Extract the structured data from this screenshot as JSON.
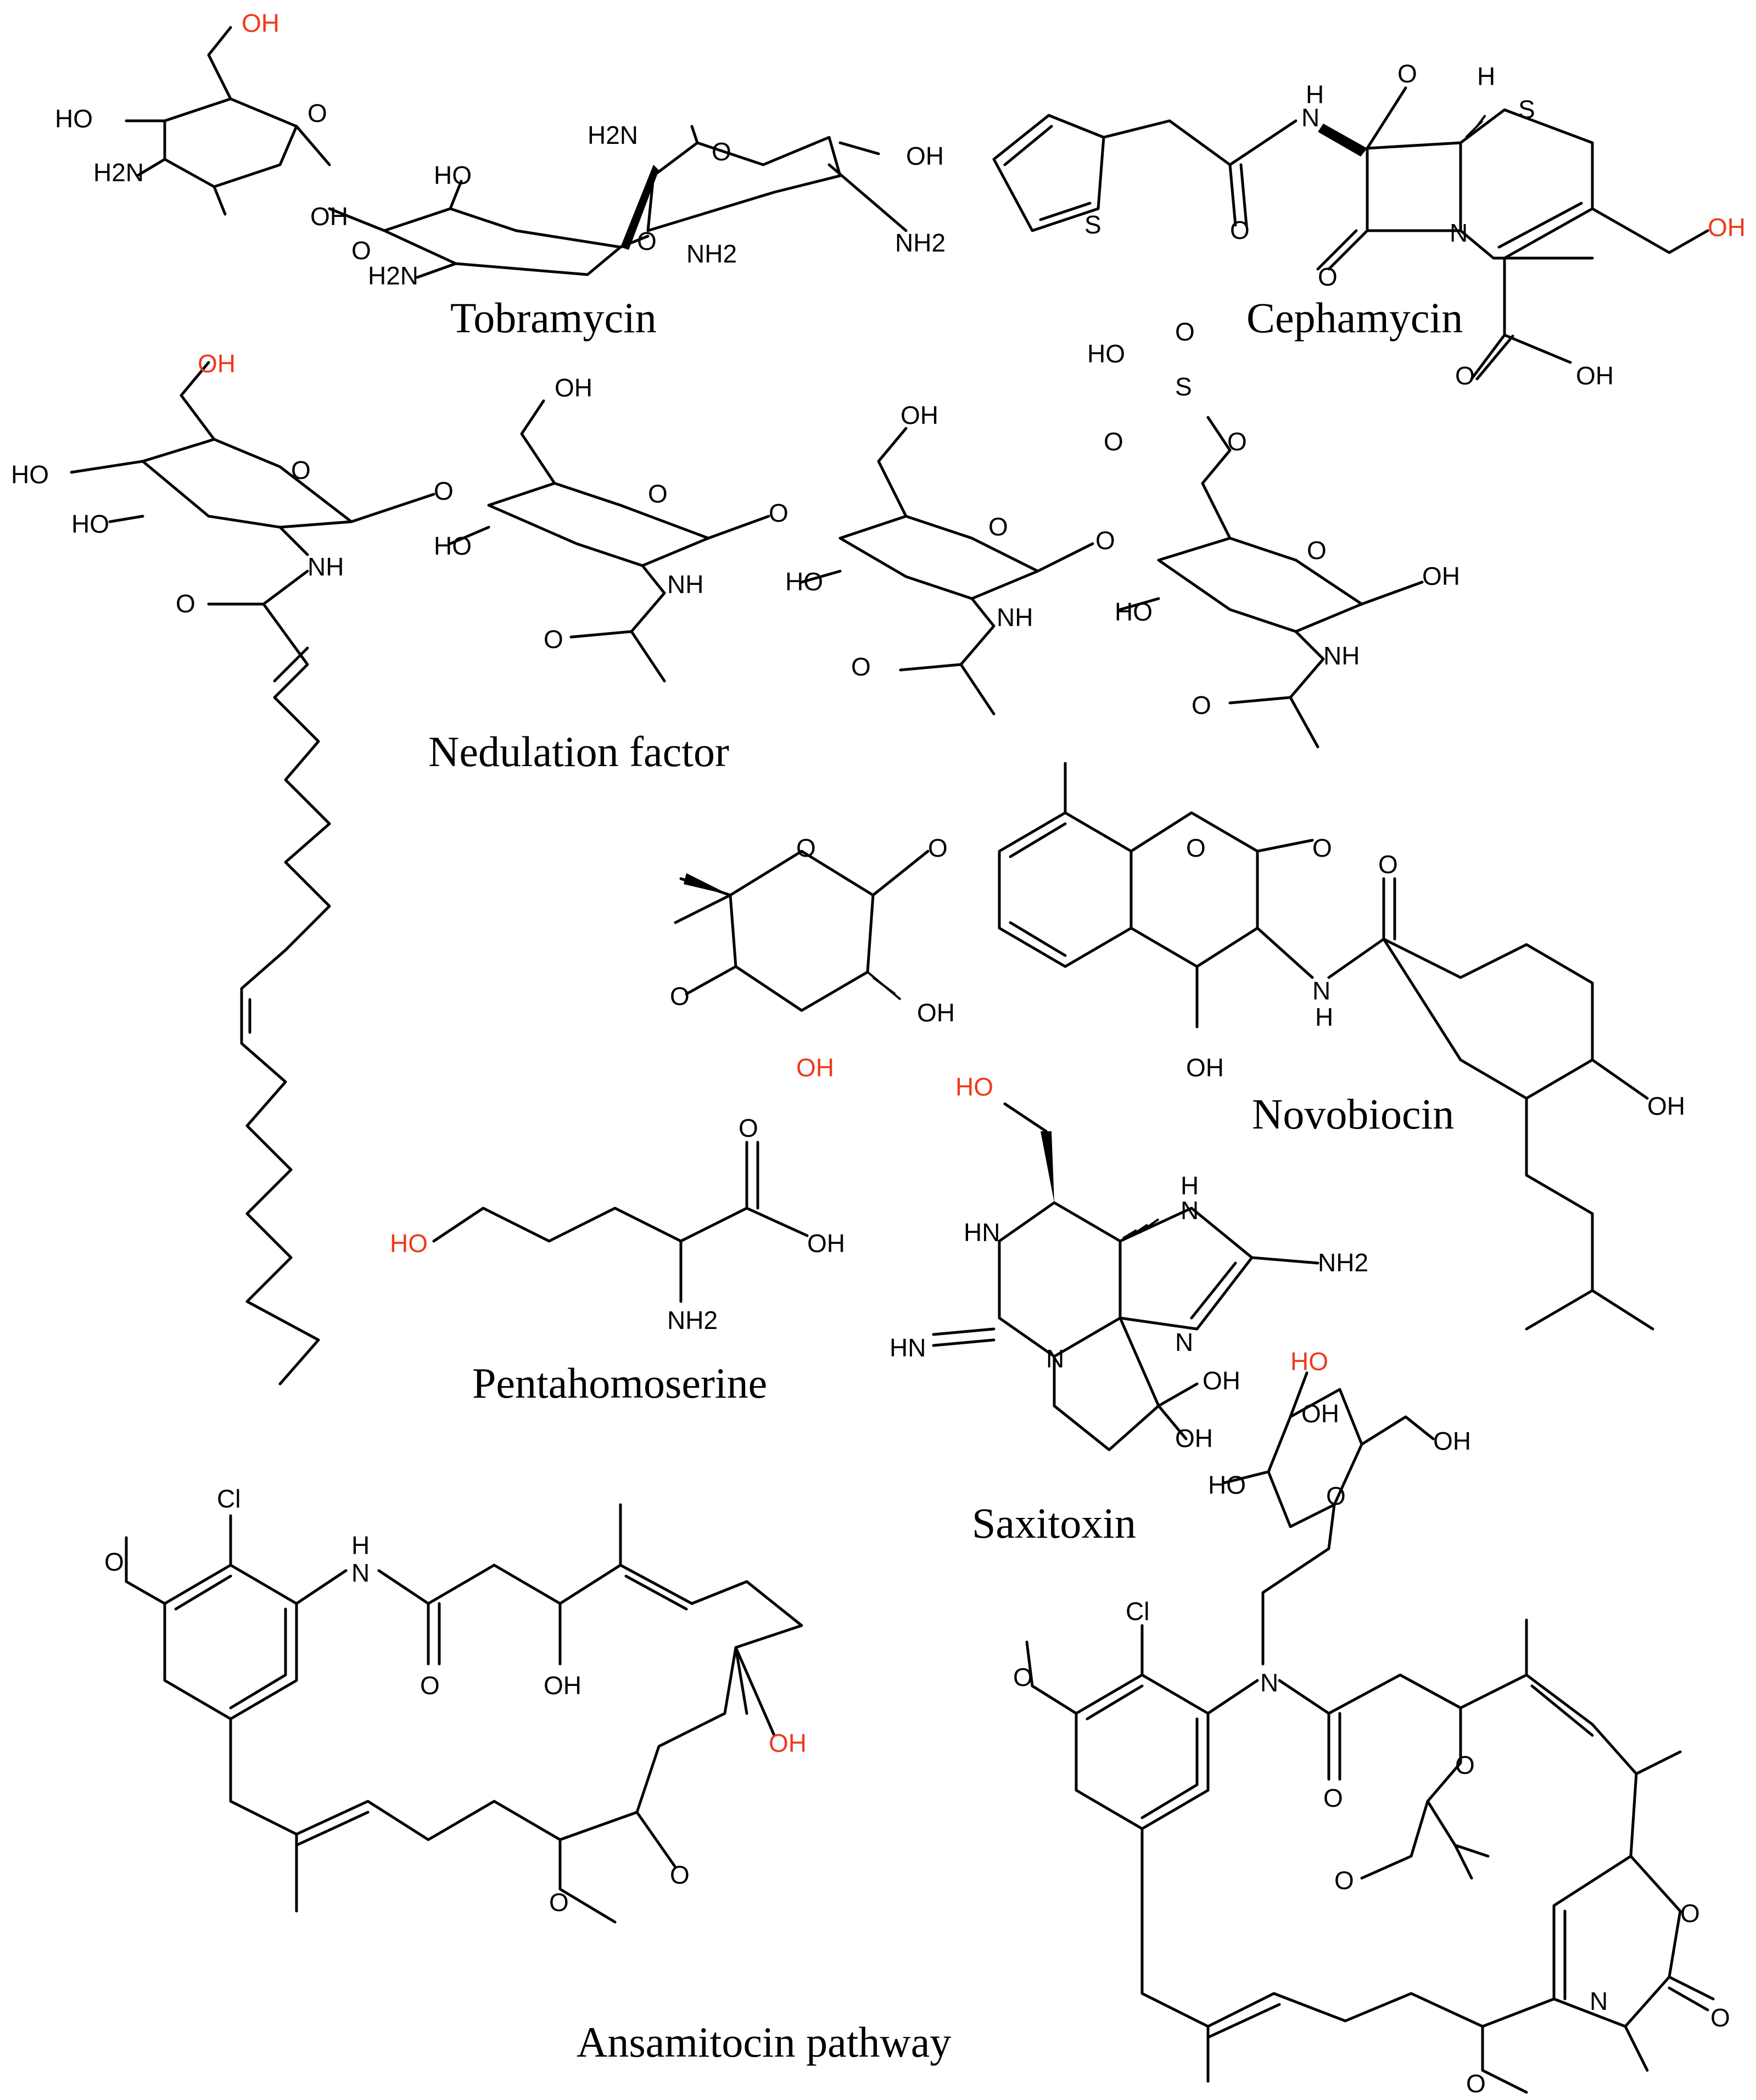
{
  "titles": {
    "tobramycin": "Tobramycin",
    "cephamycin": "Cephamycin",
    "nodulation": "Nedulation factor",
    "novobiocin": "Novobiocin",
    "pentahomoserine": "Pentahomoserine",
    "saxitoxin": "Saxitoxin",
    "ansamitocin": "Ansamitocin pathway"
  },
  "atoms": {
    "oh": "OH",
    "ho": "HO",
    "o": "O",
    "s": "S",
    "n": "N",
    "h": "H",
    "nh": "NH",
    "hn": "HN",
    "cl": "Cl",
    "nh2": "NH2",
    "h2n": "H2N"
  },
  "colors": {
    "highlight": "#ee3a1b",
    "ink": "#000000"
  }
}
